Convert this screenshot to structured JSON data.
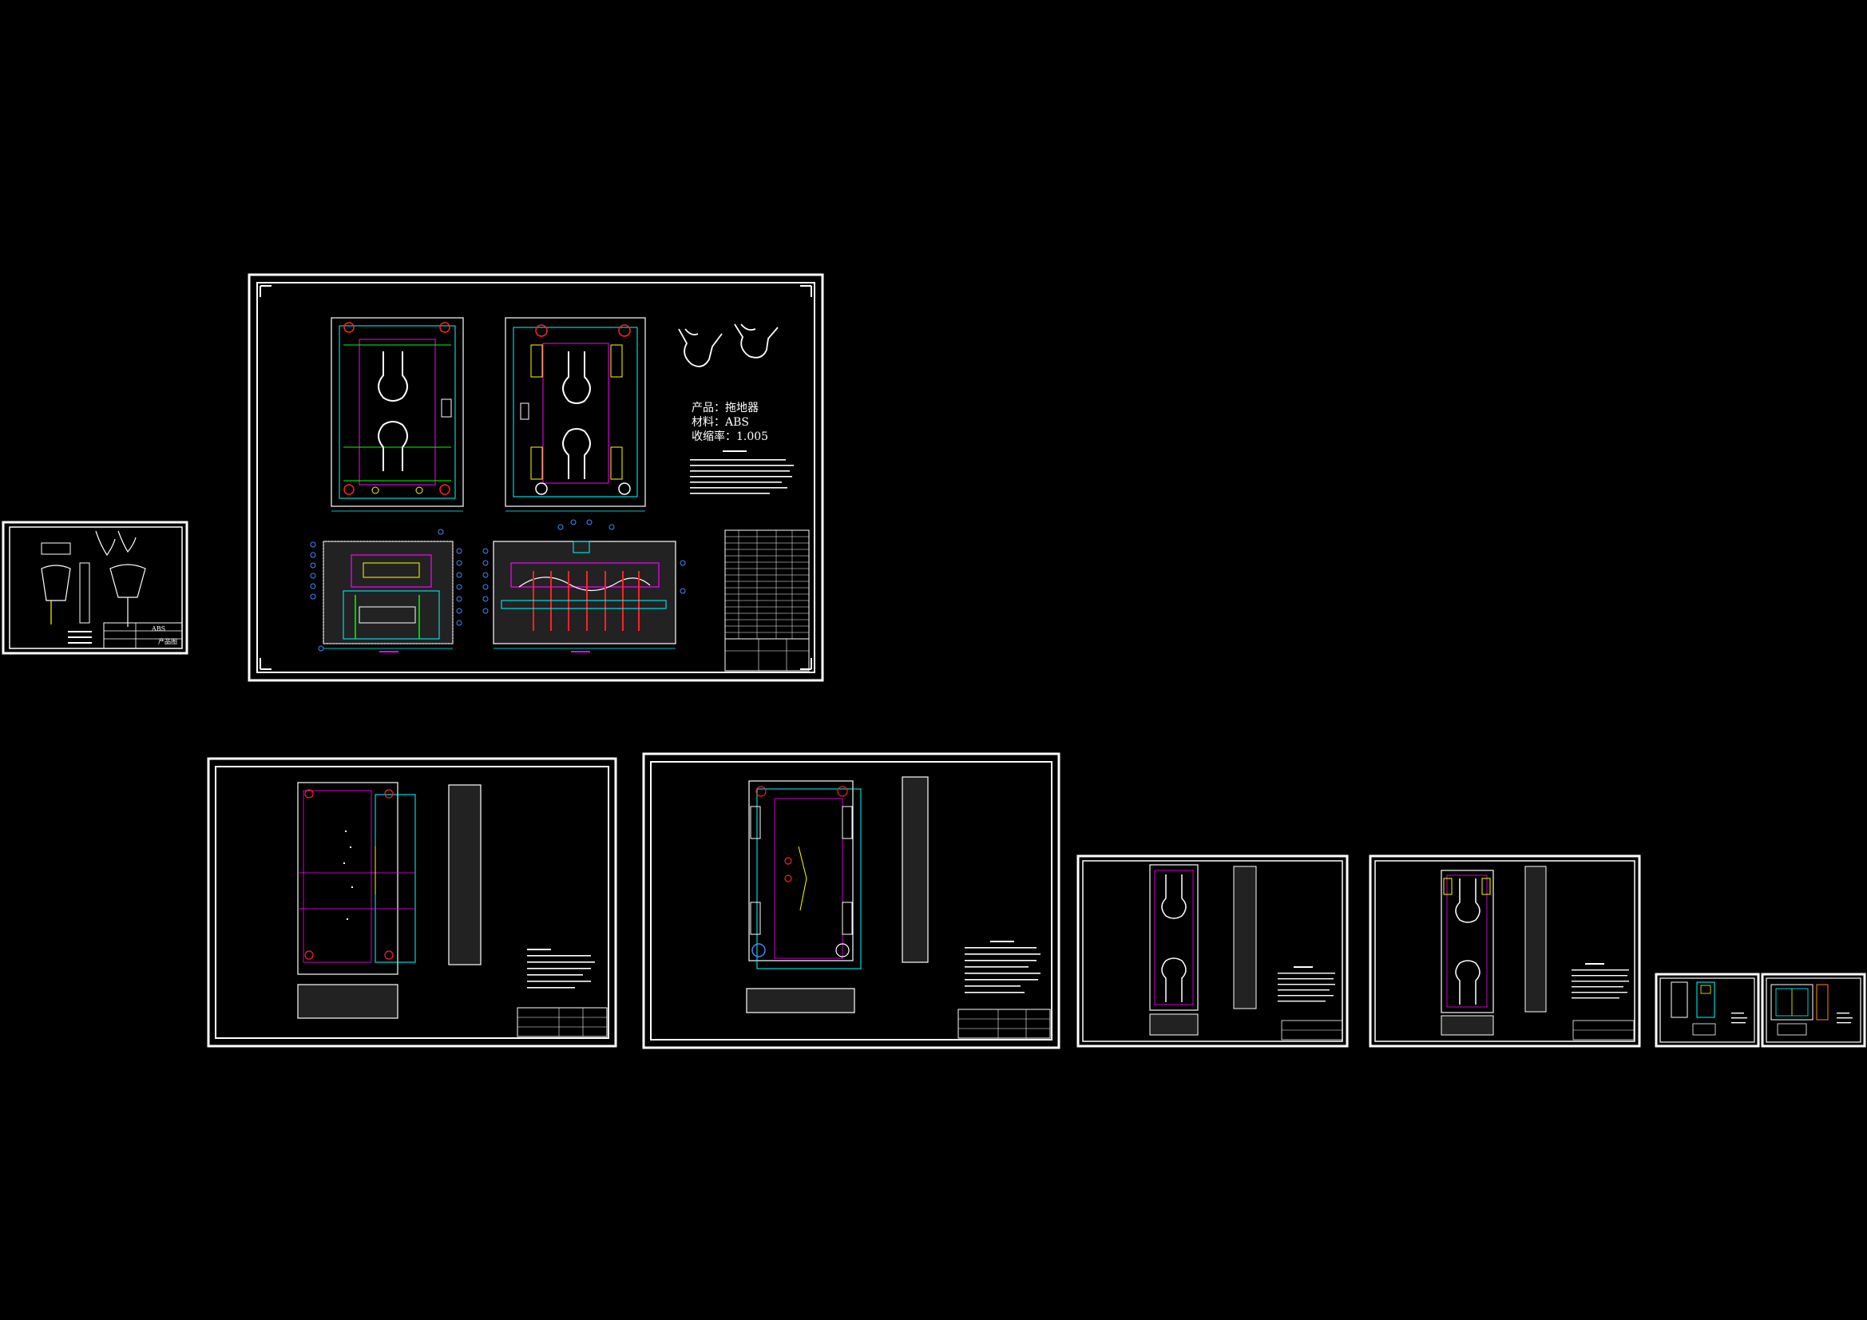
{
  "colors": {
    "background": "#000000",
    "frame": "#ffffff",
    "cyan": "#00ffff",
    "magenta": "#ff00ff",
    "yellow": "#ffff00",
    "green": "#00ff00",
    "red": "#ff2020",
    "blue": "#4060ff",
    "orange": "#ff8000"
  },
  "main_sheet": {
    "product_label": "产品：拖地器",
    "material_label": "材料：ABS",
    "shrink_label": "收缩率：1.005"
  },
  "small_sheet": {
    "material_tag": "ABS",
    "title_tag": "产品图"
  }
}
